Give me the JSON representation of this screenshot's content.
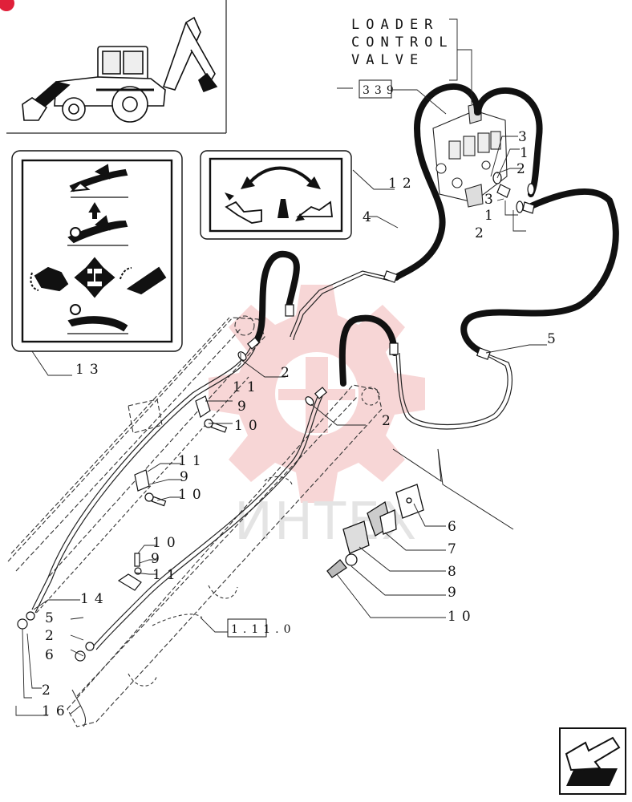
{
  "title_lines": [
    "LOADER",
    "CONTROL",
    "VALVE"
  ],
  "ref_box": "339",
  "ref_box_bottom": "1.11.0",
  "watermark": "ИНТЕХ",
  "callouts": {
    "c13": "13",
    "c12": "12",
    "c4": "4",
    "c5": "5",
    "c3a": "3",
    "c1a": "1",
    "c2a": "2",
    "c3b": "3",
    "c1b": "1",
    "c2b": "2",
    "c2c": "2",
    "c11a": "11",
    "c9a": "9",
    "c10a": "10",
    "c2d": "2",
    "c11b": "11",
    "c9b": "9",
    "c10b": "10",
    "c10c": "10",
    "c9c": "9",
    "c11c": "11",
    "c14": "14",
    "c5b": "5",
    "c2e": "2",
    "c6a": "6",
    "c2f": "2",
    "c16": "16",
    "c6": "6",
    "c7": "7",
    "c8": "8",
    "c9d": "9",
    "c10d": "10"
  }
}
